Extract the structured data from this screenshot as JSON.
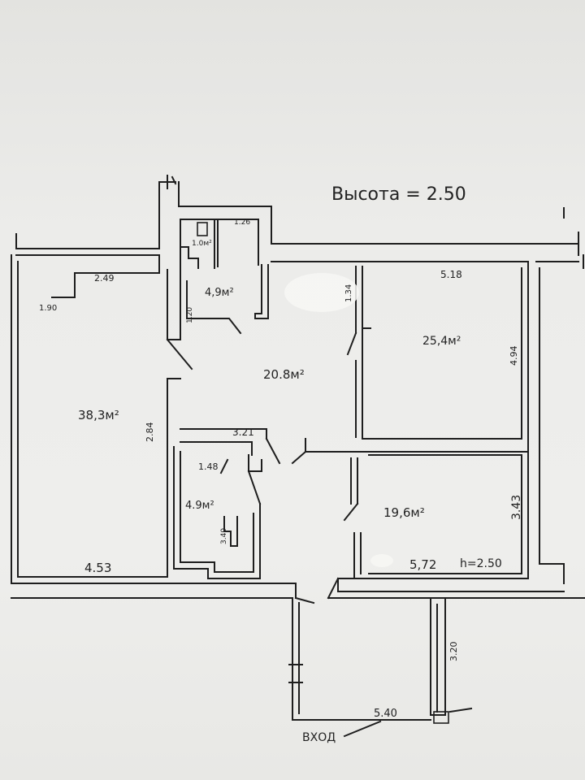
{
  "title": "Высота = 2.50",
  "entrance_label": "ВХОД",
  "rooms": [
    {
      "id": "large-room",
      "area": "38,3м²",
      "dims": [
        "2.49",
        "1.90",
        "2.84",
        "4.53"
      ]
    },
    {
      "id": "top-right-room",
      "area": "25,4м²",
      "dims": [
        "5.18",
        "4.94",
        "1.34"
      ]
    },
    {
      "id": "hall",
      "area": "20.8м²",
      "dims": [
        "3.21"
      ]
    },
    {
      "id": "kitchen",
      "area": "19,6м²",
      "dims": [
        "3.43",
        "5,72",
        "h=2.50"
      ]
    },
    {
      "id": "bathroom",
      "area": "4,9м²",
      "dims": [
        "1.26",
        "1.0м²",
        "1.20"
      ]
    },
    {
      "id": "wc",
      "area": "4.9м²",
      "dims": [
        "1.48",
        "3.40"
      ]
    },
    {
      "id": "vestibule",
      "area": "",
      "dims": [
        "3.20",
        "5.40"
      ]
    }
  ],
  "colors": {
    "ink": "#1e1e1e",
    "paper": "#ececea"
  }
}
